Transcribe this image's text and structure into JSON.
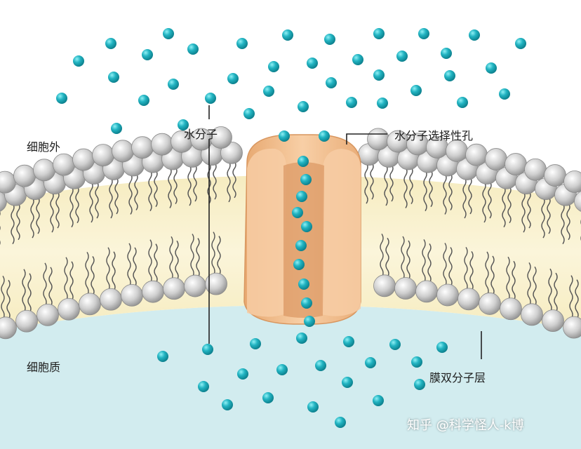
{
  "labels": {
    "outside": "细胞外",
    "water_molecule": "水分子",
    "selective_pore": "水分子选择性孔",
    "inside": "细胞质",
    "bilayer": "膜双分子层"
  },
  "watermark": "知乎 @科学怪人-k博",
  "colors": {
    "cytoplasm": "#d2ecef",
    "membrane_core": "#f9f1cc",
    "lipid_head": "#c9c9c9",
    "lipid_tail": "#555555",
    "channel_light": "#f6c79b",
    "channel_dark": "#dc9a66",
    "water": "#1fa7b6"
  }
}
